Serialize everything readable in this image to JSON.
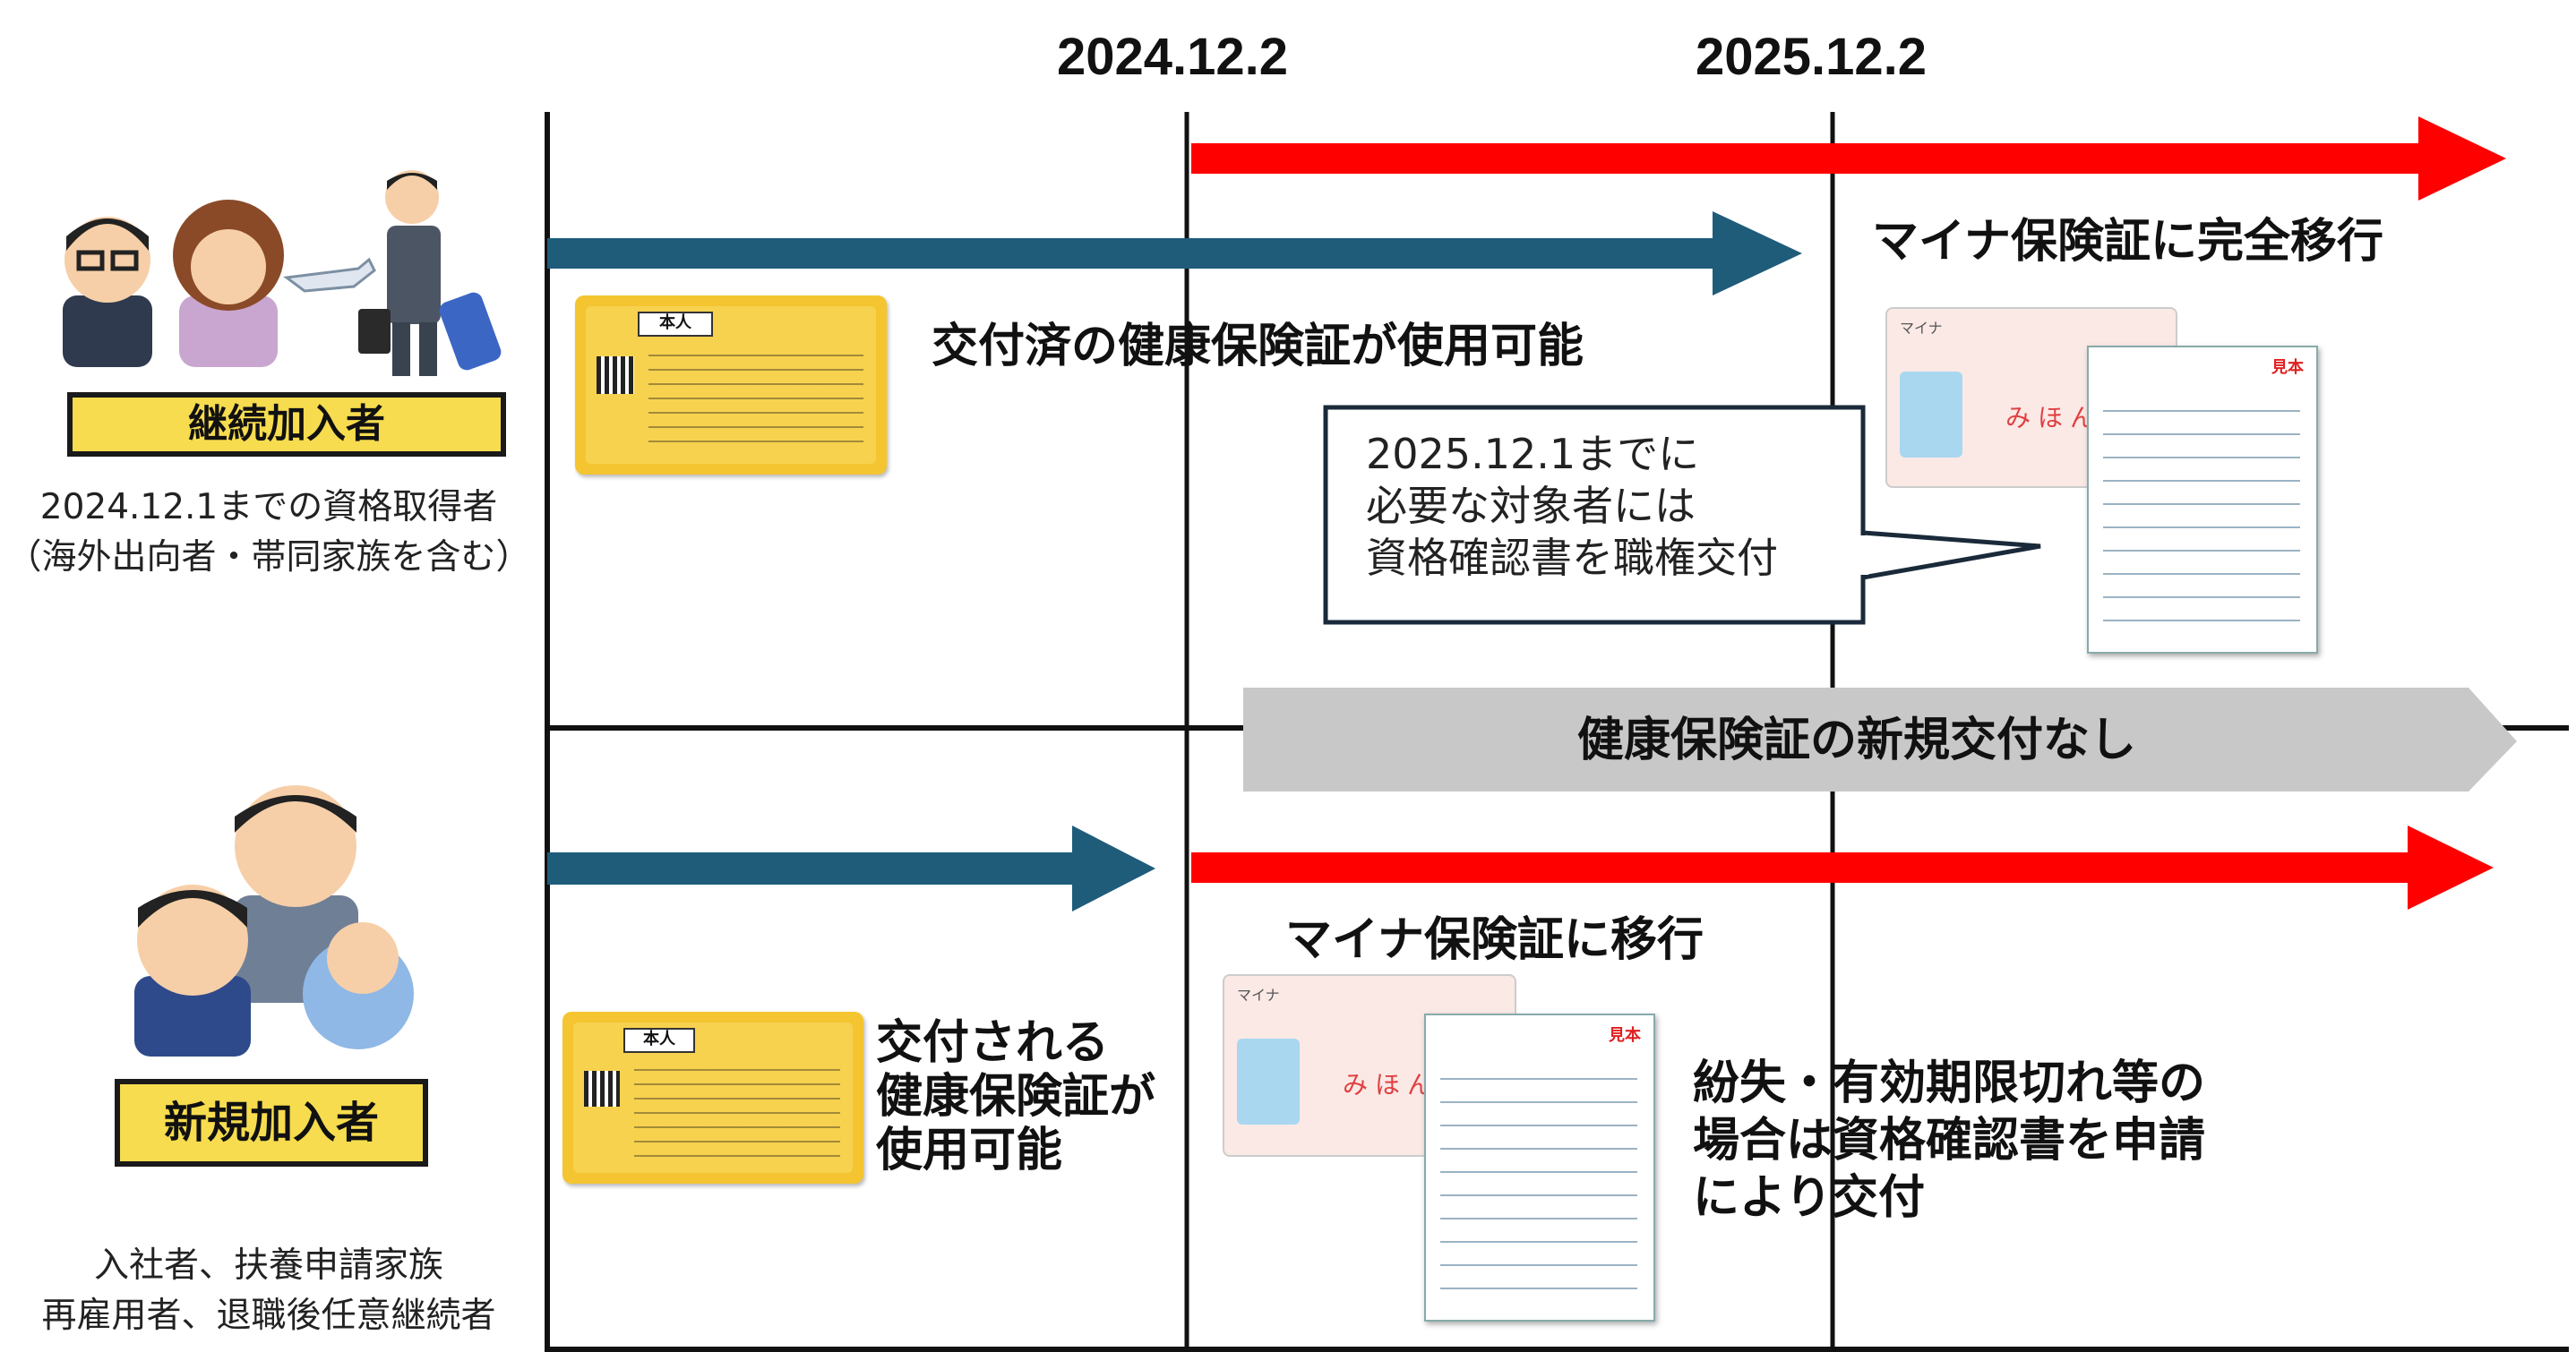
{
  "timeline": {
    "date_1": "2024.12.2",
    "date_2": "2025.12.2"
  },
  "group_existing": {
    "label": "継続加入者",
    "description_line1": "2024.12.1までの資格取得者",
    "description_line2": "（海外出向者・帯同家族を含む）",
    "arrow_text": "交付済の健康保険証が使用可能",
    "full_migration_text": "マイナ保険証に完全移行",
    "callout_lines": [
      "2025.12.1までに",
      "必要な対象者には",
      "資格確認書を職権交付"
    ]
  },
  "banner": {
    "text": "健康保険証の新規交付なし"
  },
  "group_new": {
    "label": "新規加入者",
    "description_line1": "入社者、扶養申請家族",
    "description_line2": "再雇用者、退職後任意継続者",
    "issued_text_lines": [
      "交付される",
      "健康保険証が",
      "使用可能"
    ],
    "migration_text": "マイナ保険証に移行",
    "lost_text_lines": [
      "紛失・有効期限切れ等の",
      "場合は資格確認書を申請",
      "により交付"
    ]
  },
  "card_images": {
    "health_card_title": "本人",
    "mynumber_label": "マイナ",
    "mynumber_name": "みほん",
    "cert_stamp": "見本"
  },
  "colors": {
    "dark_arrow": "#1e5c7a",
    "red_arrow": "#ff0000",
    "banner_gray": "#c8c8c8",
    "label_yellow": "#f6dc4e",
    "card_yellow": "#f4c531"
  }
}
